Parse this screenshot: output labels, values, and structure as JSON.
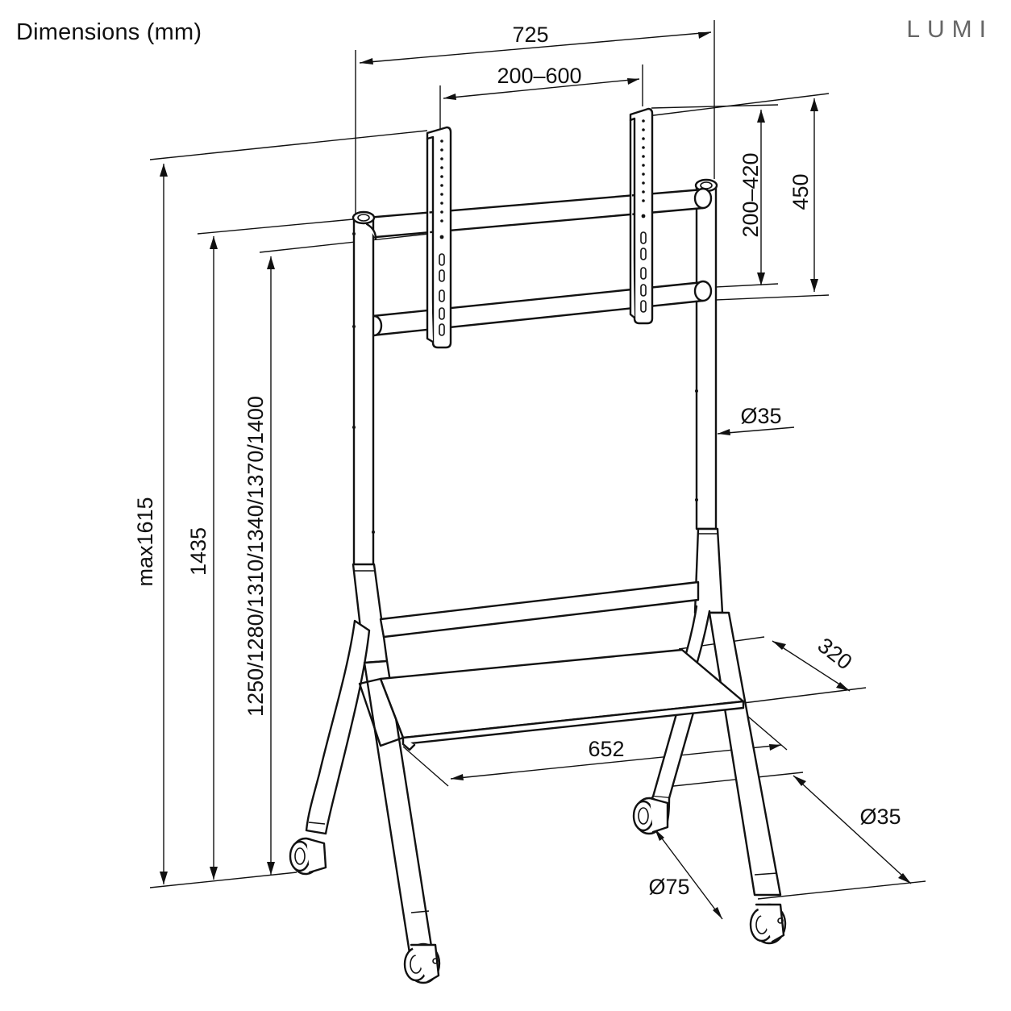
{
  "header": {
    "title": "Dimensions (mm)",
    "brand": "LUMI"
  },
  "dimensions": {
    "total_width": "725",
    "vesa_width": "200–600",
    "vesa_height_range": "200–420",
    "vesa_plate_height": "450",
    "max_height": "max1615",
    "height_1435": "1435",
    "adjustable_heights": "1250/1280/1310/1340/1370/1400",
    "upright_diameter": "Ø35",
    "shelf_depth": "320",
    "shelf_width": "652",
    "leg_diameter": "Ø35",
    "caster_diameter": "Ø75"
  },
  "colors": {
    "line": "#111111",
    "brand": "#666666",
    "background": "#ffffff"
  }
}
